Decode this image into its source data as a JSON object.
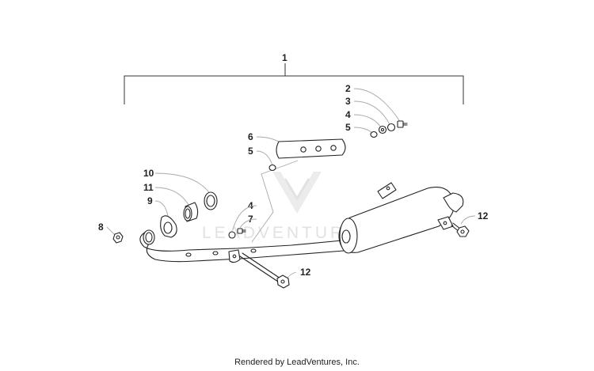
{
  "footer": {
    "credit": "Rendered by LeadVentures, Inc."
  },
  "watermark": {
    "text": "LEADVENTURE"
  },
  "callouts": {
    "c1": "1",
    "c2": "2",
    "c3": "3",
    "c4_top": "4",
    "c5_top": "5",
    "c6": "6",
    "c5_mid": "5",
    "c10": "10",
    "c11": "11",
    "c9": "9",
    "c8": "8",
    "c4_low": "4",
    "c7": "7",
    "c12_right": "12",
    "c12_bottom": "12"
  }
}
